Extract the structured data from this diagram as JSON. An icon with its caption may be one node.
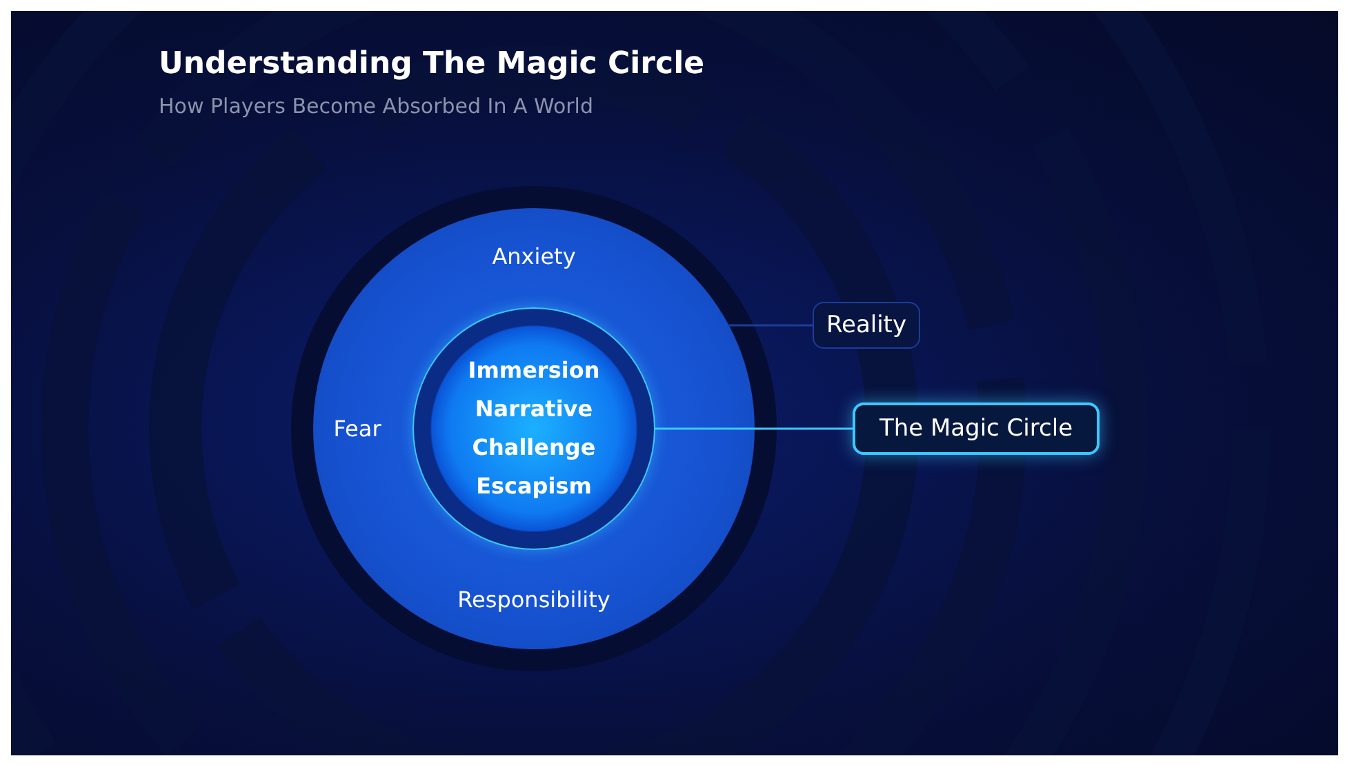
{
  "diagram": {
    "title": "Understanding The Magic Circle",
    "nodes": [
      {
        "text": [
          "Anxiety",
          "Fear",
          "Responsibility"
        ]
      },
      {
        "text": [
          "Immersion",
          "Narrative",
          "Challenge",
          "Escapism"
        ],
        "in": 0
      },
      {
        "text": [
          "Reality"
        ]
      },
      {
        "text": [
          "The Magic Circle"
        ]
      }
    ],
    "edges": [
      {
        "from": 0,
        "to": 2,
        "arrow": "none"
      },
      {
        "from": 1,
        "to": 3,
        "arrow": "none",
        "color": "#3cc8ff"
      }
    ],
    "labels": [
      "How Players Become Absorbed In A World"
    ]
  }
}
